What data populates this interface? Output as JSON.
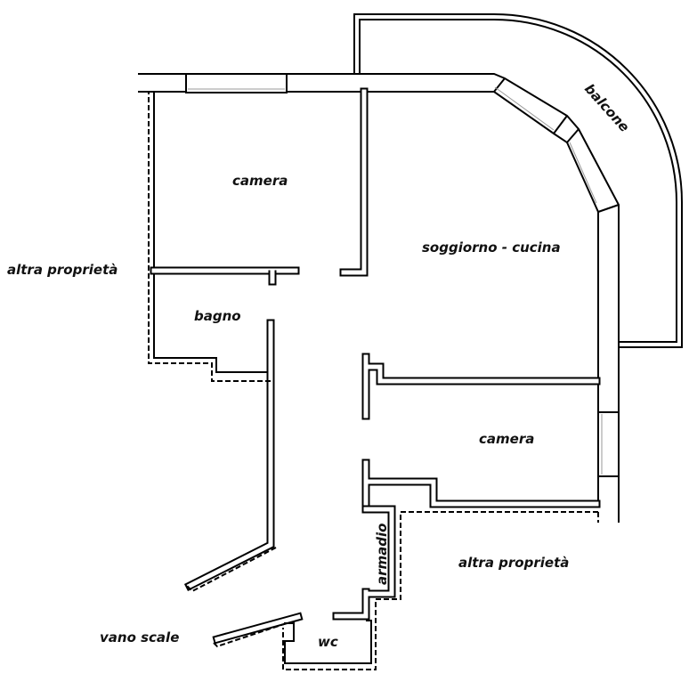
{
  "labels": {
    "camera_top": "camera",
    "altra_proprieta_left": "altra proprietà",
    "bagno": "bagno",
    "soggiorno_cucina": "soggiorno - cucina",
    "balcone": "balcone",
    "camera_right": "camera",
    "altra_proprieta_right": "altra proprietà",
    "armadio": "armadio",
    "vano_scale": "vano scale",
    "wc": "wc"
  }
}
